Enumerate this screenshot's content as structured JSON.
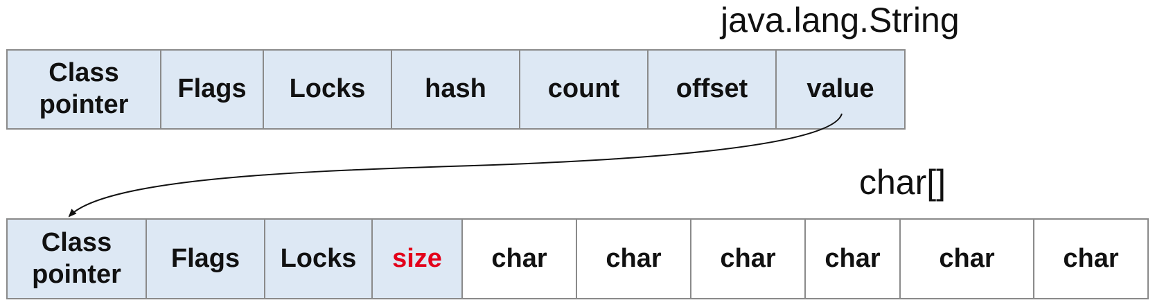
{
  "string_object": {
    "title": "java.lang.String",
    "fields": [
      {
        "label": "Class\npointer",
        "kind": "header"
      },
      {
        "label": "Flags",
        "kind": "header"
      },
      {
        "label": "Locks",
        "kind": "header"
      },
      {
        "label": "hash",
        "kind": "header"
      },
      {
        "label": "count",
        "kind": "header"
      },
      {
        "label": "offset",
        "kind": "header"
      },
      {
        "label": "value",
        "kind": "header"
      }
    ]
  },
  "char_array": {
    "title": "char[]",
    "fields": [
      {
        "label": "Class\npointer",
        "kind": "header"
      },
      {
        "label": "Flags",
        "kind": "header"
      },
      {
        "label": "Locks",
        "kind": "header"
      },
      {
        "label": "size",
        "kind": "header",
        "highlight": true
      },
      {
        "label": "char",
        "kind": "data"
      },
      {
        "label": "char",
        "kind": "data"
      },
      {
        "label": "char",
        "kind": "data"
      },
      {
        "label": "char",
        "kind": "data"
      },
      {
        "label": "char",
        "kind": "data"
      },
      {
        "label": "char",
        "kind": "data"
      }
    ]
  },
  "colors": {
    "header_fill": "#dde8f4",
    "data_fill": "#ffffff",
    "border": "#8a8a8a",
    "highlight_text": "#e3001b"
  }
}
